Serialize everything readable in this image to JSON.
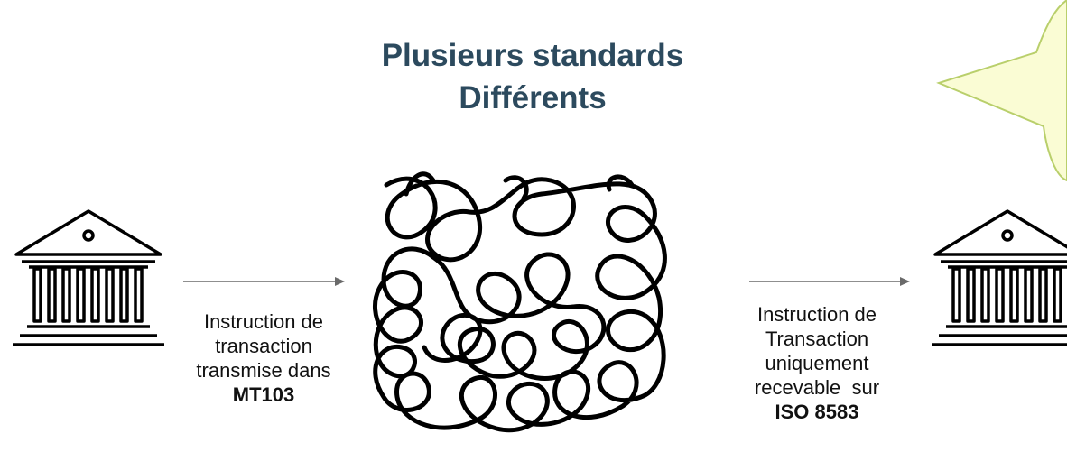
{
  "title": {
    "line1": "Plusieurs standards",
    "line2": "Différents"
  },
  "left_caption": {
    "lines": [
      "Instruction de",
      "transaction",
      "transmise dans"
    ],
    "standard": "MT103"
  },
  "right_caption": {
    "lines": [
      "Instruction de",
      "Transaction",
      "uniquement",
      "recevable  sur"
    ],
    "standard": "ISO 8583"
  },
  "icons": {
    "left_bank": "bank-building-icon",
    "right_bank": "bank-building-icon",
    "tangle": "tangled-line-icon",
    "callout": "speech-callout"
  },
  "colors": {
    "title": "#2c4a5e",
    "callout_fill": "#fafcd4",
    "callout_stroke": "#b9cf6b",
    "arrow": "#6a6a6a"
  }
}
